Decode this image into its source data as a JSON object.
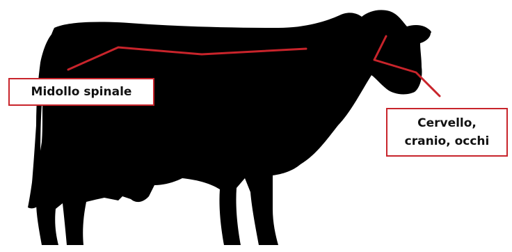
{
  "labels": {
    "spinal": "Midollo spinale",
    "brain_line1": "Cervello,",
    "brain_line2": "cranio, occhi"
  },
  "colors": {
    "silhouette": "#000000",
    "pointer": "#c8242b",
    "background": "#ffffff"
  }
}
